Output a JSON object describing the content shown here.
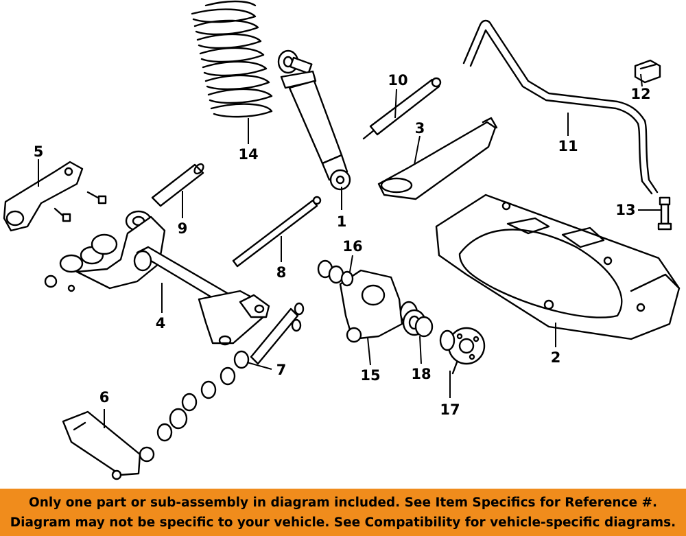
{
  "callouts": {
    "c1": "1",
    "c2": "2",
    "c3": "3",
    "c4": "4",
    "c5": "5",
    "c6": "6",
    "c7": "7",
    "c8": "8",
    "c9": "9",
    "c10": "10",
    "c11": "11",
    "c12": "12",
    "c13": "13",
    "c14": "14",
    "c15": "15",
    "c16": "16",
    "c17": "17",
    "c18": "18"
  },
  "banner": {
    "line1": "Only one part or sub-assembly in diagram included. See Item Specifics for Reference #.",
    "line2": "Diagram may not be specific to your vehicle. See Compatibility for vehicle-specific diagrams.",
    "color": "#f08c1c"
  }
}
